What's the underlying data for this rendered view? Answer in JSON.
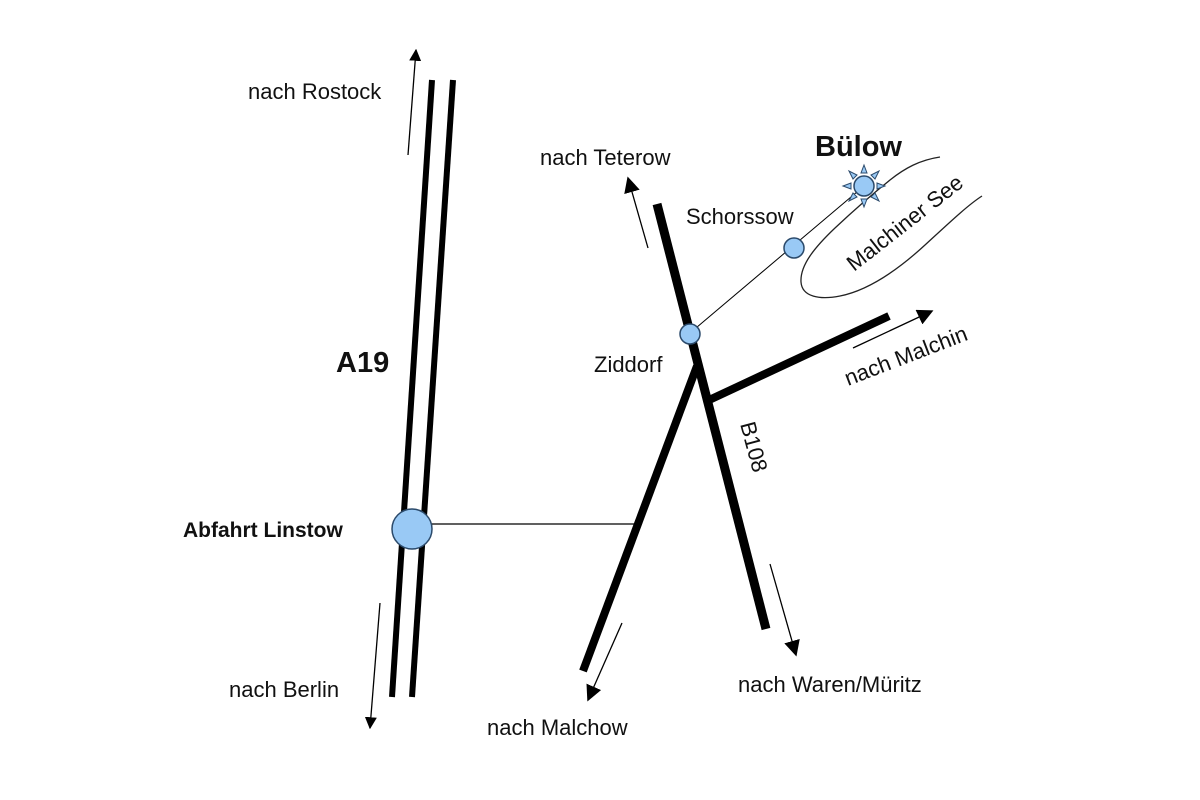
{
  "map": {
    "colors": {
      "road": "#000000",
      "marker_fill": "#99c9f5",
      "marker_stroke": "#2b4a6b",
      "background": "#ffffff"
    },
    "highway": {
      "label": "A19"
    },
    "road_b": {
      "label": "B108"
    },
    "places": {
      "buelow": "Bülow",
      "schorssow": "Schorssow",
      "ziddorf": "Ziddorf",
      "exit": "Abfahrt Linstow",
      "lake": "Malchiner See"
    },
    "directions": {
      "rostock": "nach Rostock",
      "berlin": "nach Berlin",
      "teterow": "nach Teterow",
      "malchin": "nach Malchin",
      "malchow": "nach Malchow",
      "waren": "nach Waren/Müritz"
    },
    "icons": {
      "destination": "sun-star-marker-icon",
      "town": "circle-marker-icon",
      "direction": "arrow-icon"
    }
  }
}
